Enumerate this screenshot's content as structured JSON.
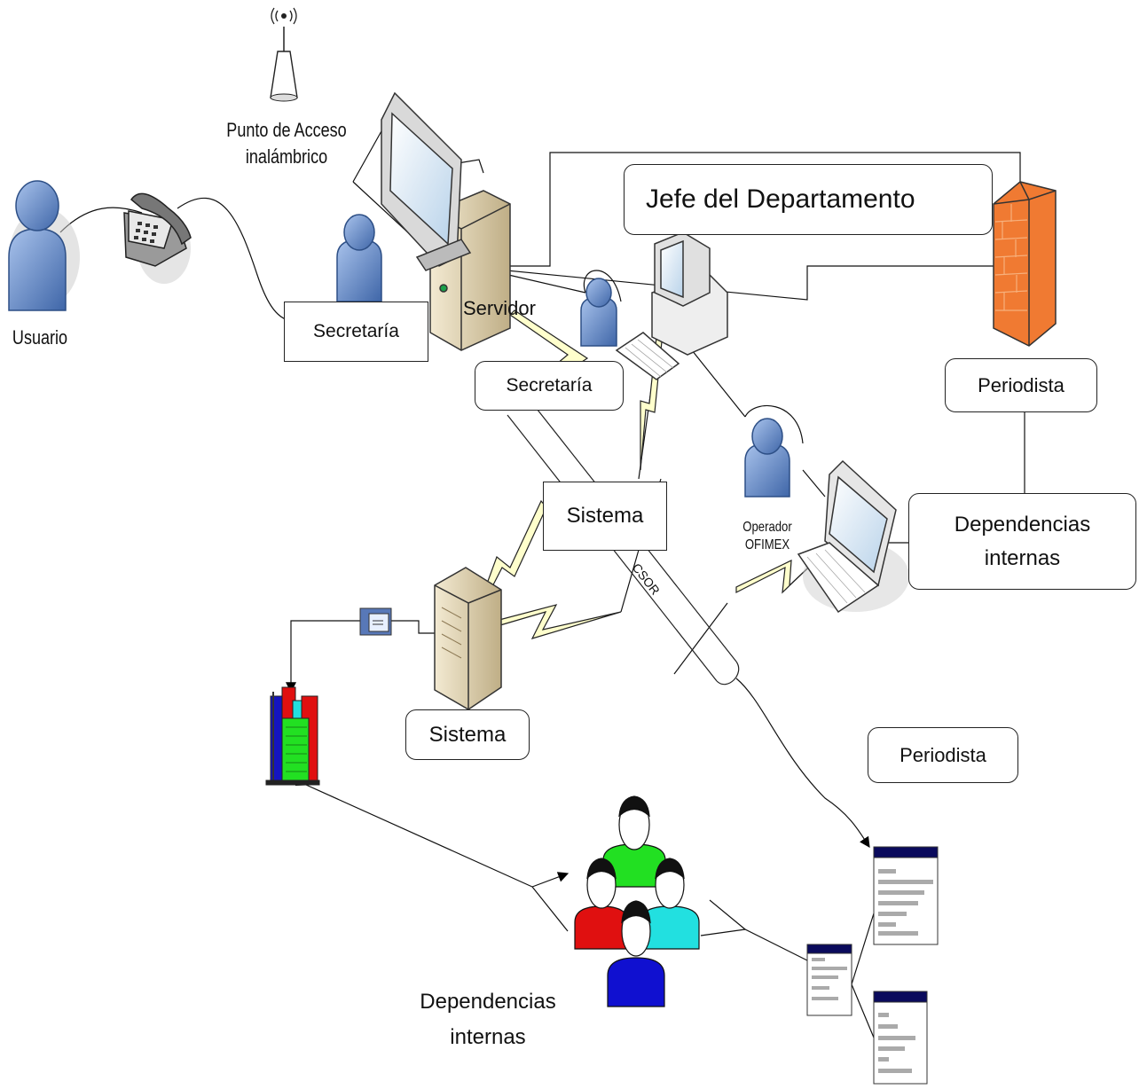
{
  "labels": {
    "usuario": "Usuario",
    "access_point_line1": "Punto de Acceso",
    "access_point_line2": "inalámbrico",
    "server": "Servidor",
    "jefe": "Jefe del Departamento",
    "secretaria_1": "Secretaría",
    "secretaria_2": "Secretaría",
    "periodista_1": "Periodista",
    "sistema_1": "Sistema",
    "operador_line1": "Operador",
    "operador_line2": "OFIMEX",
    "dependencias_1_line1": "Dependencias",
    "dependencias_1_line2": "internas",
    "sistema_2": "Sistema",
    "periodista_2": "Periodista",
    "dependencias_2_line1": "Dependencias",
    "dependencias_2_line2": "internas",
    "cable": "CSOR"
  },
  "colors": {
    "person_blue": "#5b82c0",
    "firewall_orange": "#f07a32",
    "server_beige": "#d9c9a3",
    "lightning_yellow": "#ffffcc",
    "doc_header": "#0a0a5c",
    "group_green": "#22e022",
    "group_red": "#e01010",
    "group_cyan": "#22e0e0",
    "group_blue": "#1010d0"
  }
}
